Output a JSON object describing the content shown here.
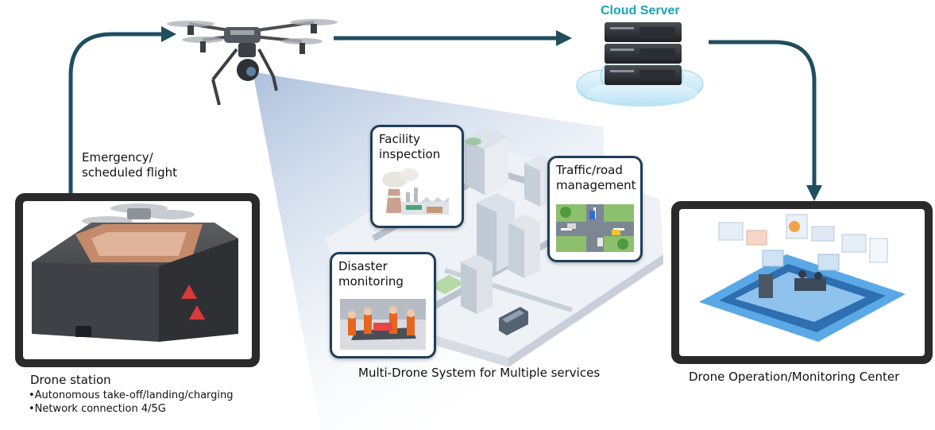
{
  "cloud_server": {
    "title": "Cloud Server"
  },
  "flight": {
    "line1": "Emergency/",
    "line2": "scheduled flight"
  },
  "station": {
    "caption": "Drone station",
    "bullets": [
      "•Autonomous take-off/landing/charging",
      "•Network connection 4/5G"
    ]
  },
  "services": {
    "caption": "Multi-Drone System for Multiple services",
    "facility": {
      "line1": "Facility",
      "line2": "inspection"
    },
    "traffic": {
      "line1": "Traffic/road",
      "line2": "management"
    },
    "disaster": {
      "line1": "Disaster",
      "line2": "monitoring"
    }
  },
  "center": {
    "caption": "Drone Operation/Monitoring Center"
  },
  "colors": {
    "arrow": "#1f4e5f",
    "card_border": "#1f3e5a",
    "accent": "#1aa5b3"
  }
}
